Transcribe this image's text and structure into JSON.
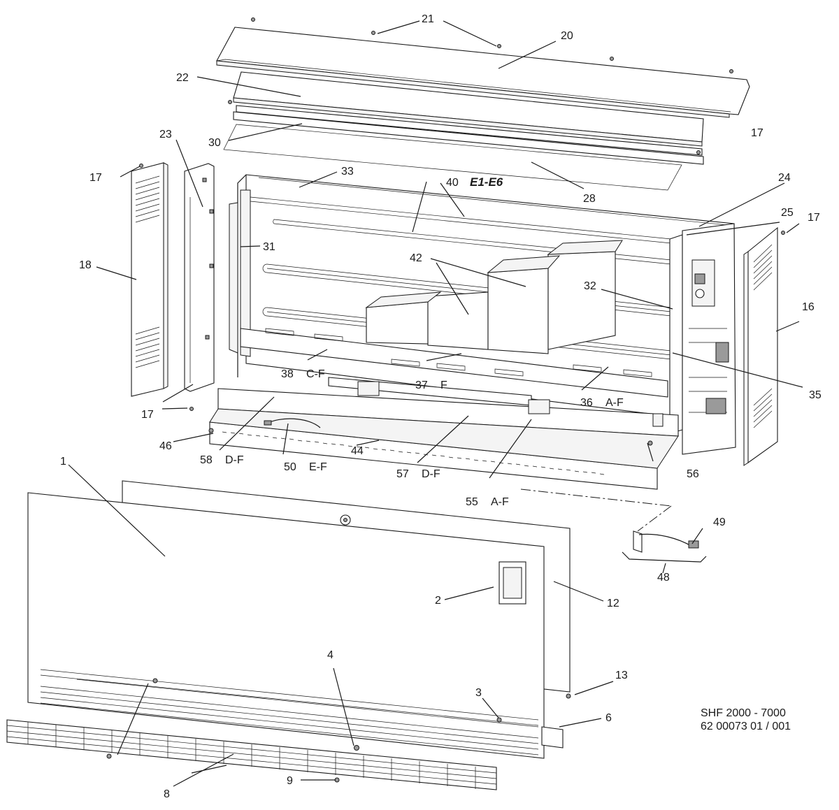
{
  "caption": {
    "model": "SHF 2000 - 7000",
    "doc_number": "62 00073 01 / 001"
  },
  "labels": {
    "l1": "1",
    "l2": "2",
    "l3": "3",
    "l4": "4",
    "l6": "6",
    "l8": "8",
    "l9": "9",
    "l12": "12",
    "l13": "13",
    "l16": "16",
    "l17a": "17",
    "l17b": "17",
    "l17c": "17",
    "l17d": "17",
    "l18": "18",
    "l20": "20",
    "l21": "21",
    "l22": "22",
    "l23": "23",
    "l24": "24",
    "l25": "25",
    "l28": "28",
    "l30": "30",
    "l31": "31",
    "l32": "32",
    "l33": "33",
    "l35": "35",
    "l36": "36",
    "l36v": "A-F",
    "l37": "37",
    "l37v": "F",
    "l38": "38",
    "l38v": "C-F",
    "l40": "40",
    "l40v": "E1-E6",
    "l42": "42",
    "l44": "44",
    "l46": "46",
    "l48": "48",
    "l49": "49",
    "l50": "50",
    "l50v": "E-F",
    "l55": "55",
    "l55v": "A-F",
    "l56": "56",
    "l57": "57",
    "l57v": "D-F",
    "l58": "58",
    "l58v": "D-F"
  }
}
